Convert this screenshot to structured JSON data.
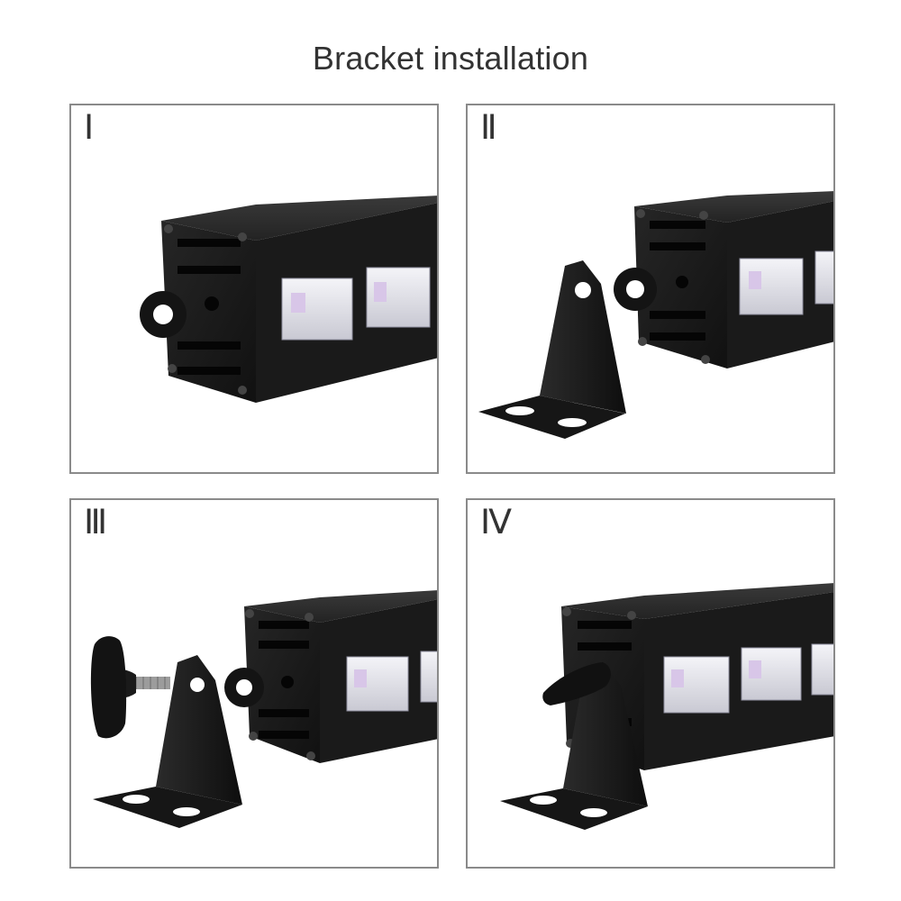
{
  "title": "Bracket installation",
  "steps": [
    {
      "label": "Ⅰ"
    },
    {
      "label": "Ⅱ"
    },
    {
      "label": "Ⅲ"
    },
    {
      "label": "Ⅳ"
    }
  ],
  "colors": {
    "border": "#8a8a8a",
    "housing": "#1c1c1c",
    "housing_top": "#2a2a2a",
    "lens": "#e8e8ee",
    "title": "#333333"
  }
}
